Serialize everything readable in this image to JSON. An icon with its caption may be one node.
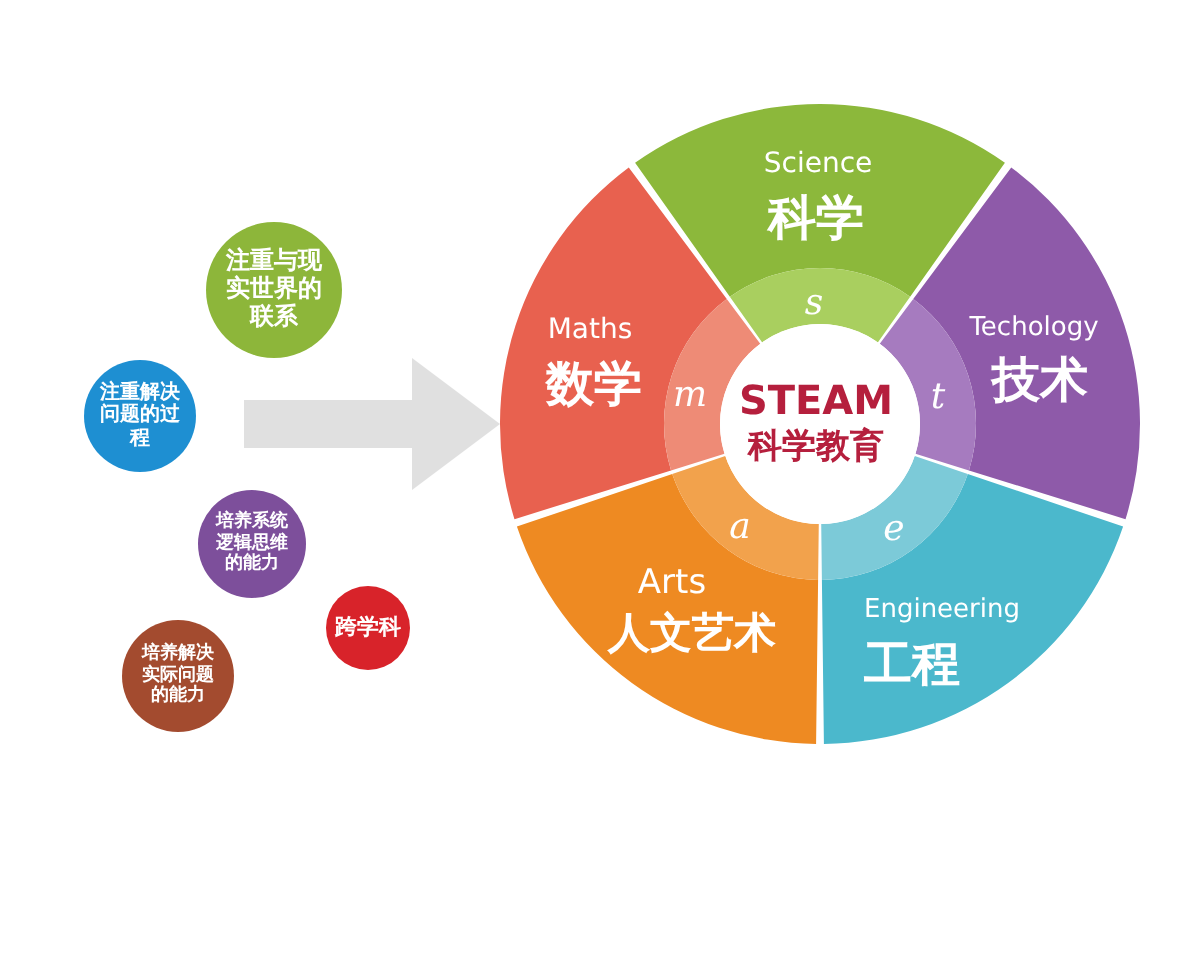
{
  "diagram": {
    "nodes": [
      {
        "text": [
          "注重与现实世界的联系"
        ]
      },
      {
        "text": [
          "注重解决问题的过程"
        ]
      },
      {
        "text": [
          "培养系统逻辑思维的能力"
        ]
      },
      {
        "text": [
          "跨学科"
        ]
      },
      {
        "text": [
          "培养解决实际问题的能力"
        ]
      },
      {
        "text": [
          "Science",
          "科学"
        ]
      },
      {
        "text": [
          "Maths",
          "数学"
        ]
      },
      {
        "text": [
          "Techology",
          "技术"
        ]
      },
      {
        "text": [
          "s"
        ]
      },
      {
        "text": [
          "m"
        ]
      },
      {
        "text": [
          "STEAM",
          "科学教育"
        ]
      },
      {
        "text": [
          "t"
        ]
      },
      {
        "text": [
          "a"
        ]
      },
      {
        "text": [
          "e"
        ]
      },
      {
        "text": [
          "Arts",
          "人文艺术"
        ]
      },
      {
        "text": [
          "Engineering",
          "工程"
        ]
      }
    ],
    "edges": [
      {
        "from": null,
        "to": 6,
        "arrow": "to"
      }
    ]
  }
}
